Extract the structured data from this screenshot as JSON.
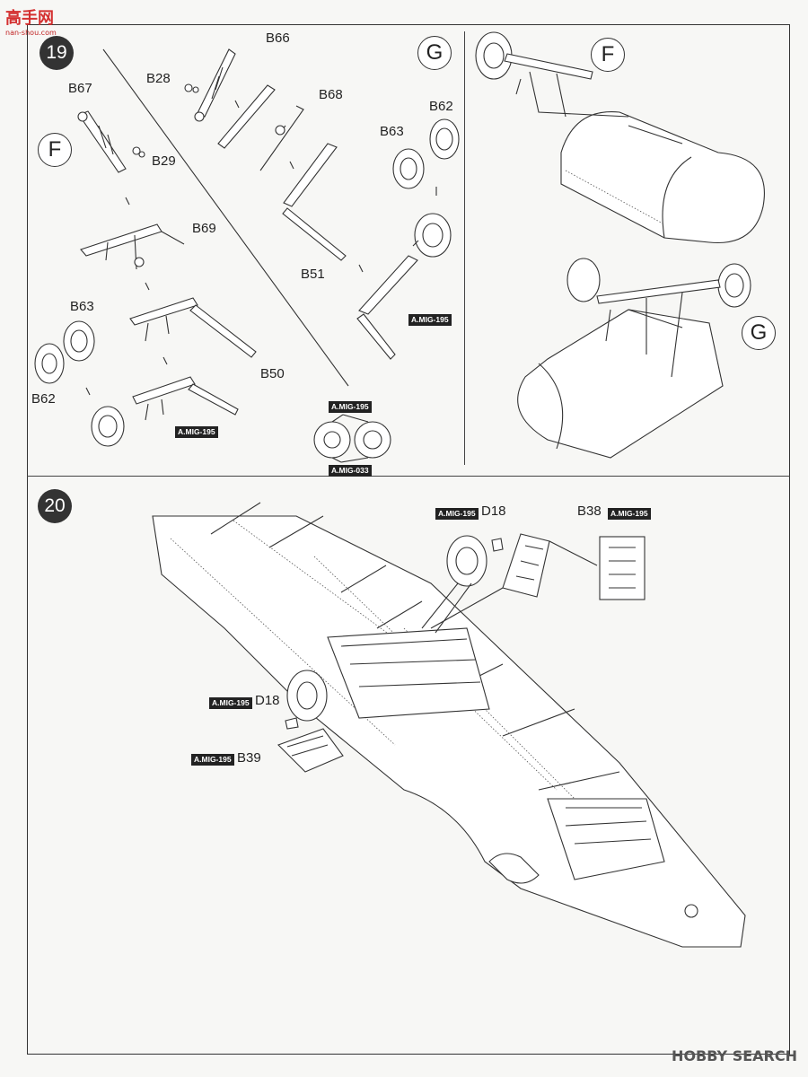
{
  "watermark": {
    "main": "高手网",
    "sub": "nan-shou.com"
  },
  "footer": {
    "brand": "HOBBY SEARCH"
  },
  "steps": {
    "step19": "19",
    "step20": "20"
  },
  "callouts": {
    "f_left": "F",
    "g_top": "G",
    "f_right": "F",
    "g_right": "G"
  },
  "parts": {
    "b66": "B66",
    "b28": "B28",
    "b67": "B67",
    "b68": "B68",
    "b29": "B29",
    "b69": "B69",
    "b51": "B51",
    "b63_a": "B63",
    "b62_a": "B62",
    "b63_b": "B63",
    "b62_b": "B62",
    "b50": "B50",
    "d18_a": "D18",
    "b38": "B38",
    "d18_b": "D18",
    "b39": "B39"
  },
  "paints": {
    "p1": "A.MIG-195",
    "p2": "A.MIG-195",
    "p3": "A.MIG-195",
    "p4": "A.MIG-033",
    "p5": "A.MIG-195",
    "p6": "A.MIG-195",
    "p7": "A.MIG-195",
    "p8": "A.MIG-195"
  }
}
